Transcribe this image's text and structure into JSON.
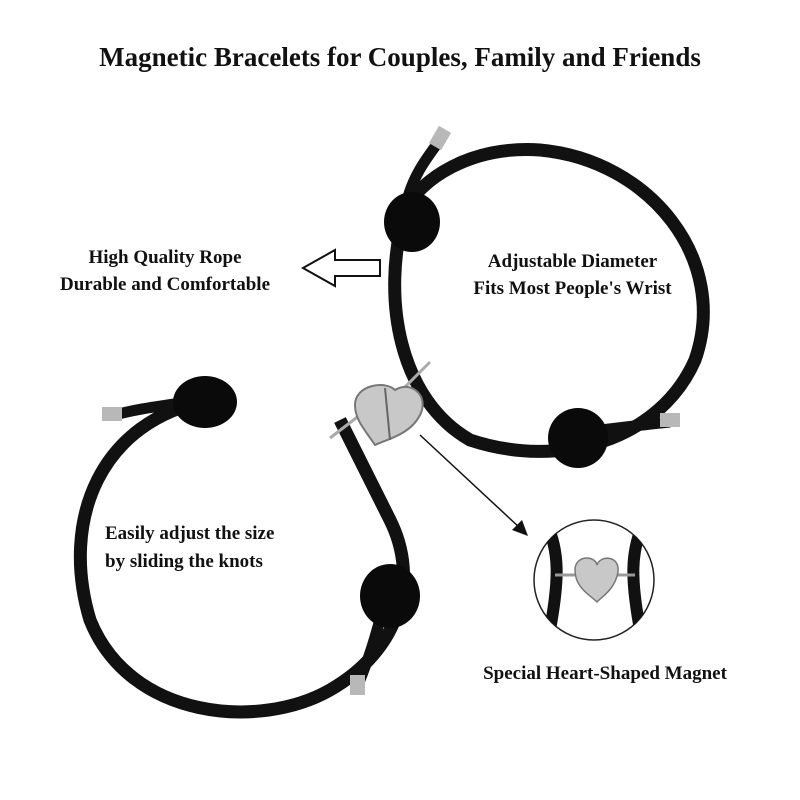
{
  "title": "Magnetic Bracelets for Couples, Family and Friends",
  "features": {
    "rope": [
      "High Quality Rope",
      "Durable and Comfortable"
    ],
    "diameter": [
      "Adjustable Diameter",
      "Fits Most People's Wrist"
    ],
    "adjust": [
      "Easily adjust the size",
      "by sliding the knots"
    ],
    "magnet": "Special Heart-Shaped Magnet"
  },
  "colors": {
    "rope": "#111111",
    "metal": "#b8b8b8",
    "text": "#111111"
  },
  "icons": [
    "left-arrow-outline-icon",
    "pointer-arrow-icon"
  ]
}
